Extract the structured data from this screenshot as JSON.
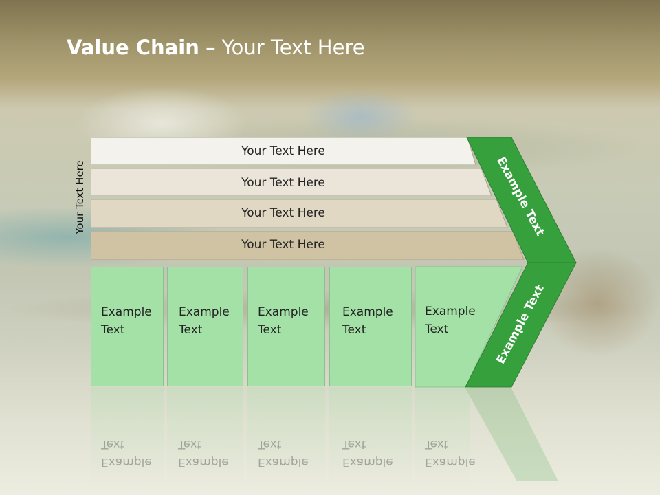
{
  "slide": {
    "title_bold": "Value Chain",
    "title_rest": " – Your Text Here",
    "side_label": "Your Text Here"
  },
  "rows": [
    {
      "label": "Your Text Here",
      "color": "#f4f2ec"
    },
    {
      "label": "Your Text Here",
      "color": "#ebe5d9"
    },
    {
      "label": "Your Text Here",
      "color": "#e1d8c4"
    },
    {
      "label": "Your Text Here",
      "color": "#cfc3a3"
    }
  ],
  "boxes": [
    {
      "line1": "Example",
      "line2": "Text"
    },
    {
      "line1": "Example",
      "line2": "Text"
    },
    {
      "line1": "Example",
      "line2": "Text"
    },
    {
      "line1": "Example",
      "line2": "Text"
    },
    {
      "line1": "Example",
      "line2": "Text"
    }
  ],
  "chevron": {
    "upper_label": "Example Text",
    "lower_label": "Example Text",
    "color": "#36a03c",
    "box_color": "#a3e1a7"
  }
}
